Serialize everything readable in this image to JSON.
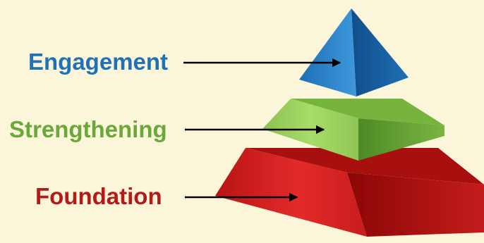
{
  "labels": {
    "engagement": "Engagement",
    "strengthening": "Strengthening",
    "foundation": "Foundation"
  },
  "colors": {
    "background": "#fbf6d9",
    "engagement": "#2072b4",
    "strengthening": "#6aa83a",
    "foundation": "#b31b1b",
    "arrow": "#000000"
  }
}
